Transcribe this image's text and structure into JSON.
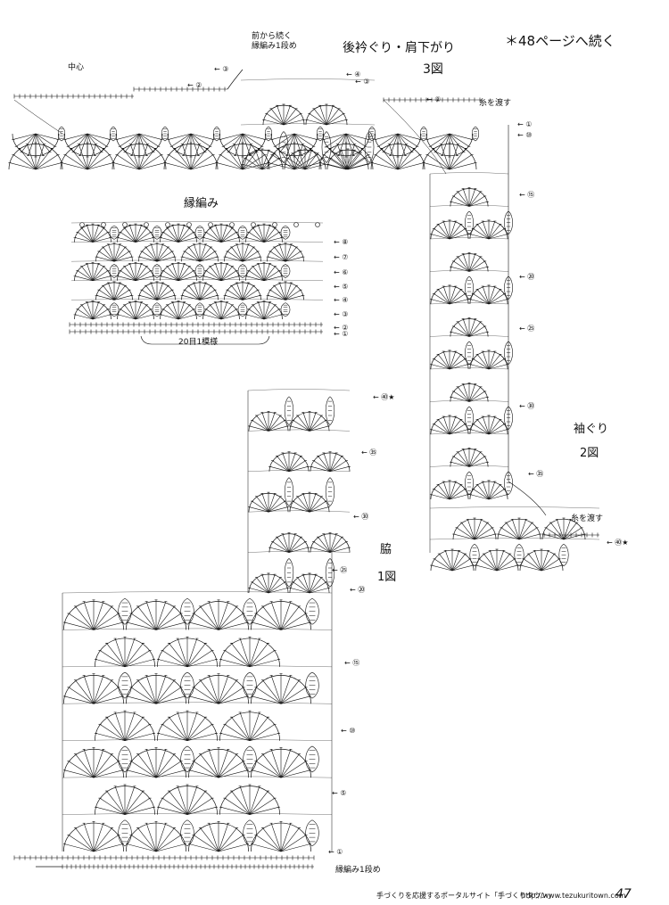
{
  "texts": {
    "continue_from_front": "前から続く",
    "edging_row1_top": "縁編み1段め",
    "back_neck_title": "後衿ぐり・肩下がり",
    "fig3": "3図",
    "continue_note": "＊48ページへ続く",
    "center": "中心",
    "yarn_attach_1": "糸を渡す",
    "edging_title": "縁編み",
    "repeat": "20目1模様",
    "sleeve_title": "袖ぐり",
    "fig2": "2図",
    "yarn_attach_2": "糸を渡す",
    "side_title": "脇",
    "fig1": "1図",
    "edging_row1_bottom": "縁編み1段め",
    "footer_text": "手づくりを応援するポータルサイト「手づくりタウン」",
    "footer_url": "http://www.tezukuritown.com",
    "page_number": "47"
  },
  "row_labels": {
    "neck": [
      "③",
      "②",
      "④",
      "③",
      "②"
    ],
    "sleeve_right": [
      "①",
      "⑩",
      "⑮",
      "⑳",
      "㉕",
      "㉚",
      "㉟",
      "㊵★"
    ],
    "edging": [
      "⑧",
      "⑦",
      "⑥",
      "⑤",
      "④",
      "③",
      "②",
      "①"
    ],
    "side_top": [
      "㊵★",
      "㉟",
      "㉚",
      "㉕"
    ],
    "side_body": [
      "⑳",
      "⑮",
      "⑩",
      "⑤",
      "①"
    ]
  },
  "colors": {
    "ink": "#111111",
    "paper": "#ffffff"
  }
}
